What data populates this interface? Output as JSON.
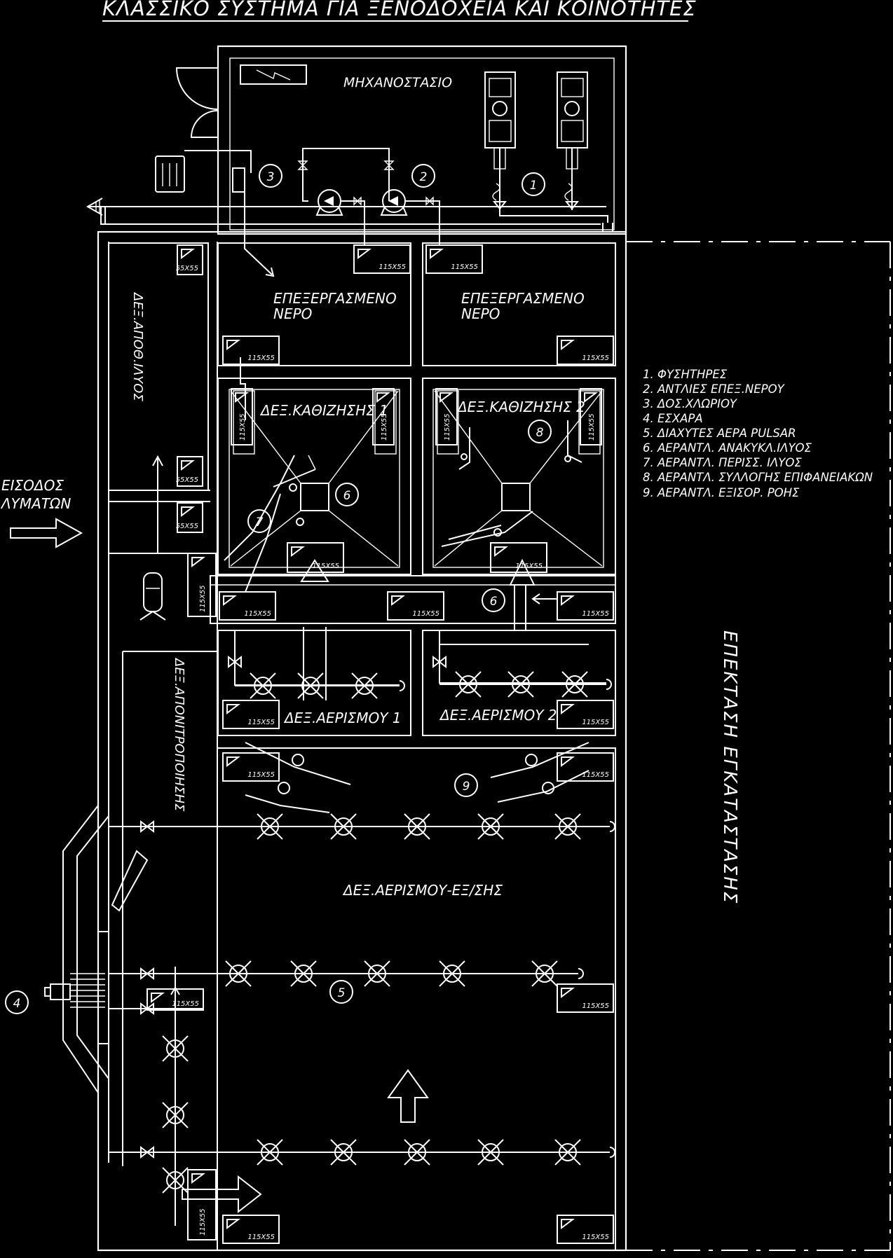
{
  "title": "ΚΛΑΣΣΙΚΟ ΣΥΣΤΗΜΑ ΓΙΑ ΞΕΝΟΔΟΧΕΙΑ ΚΑΙ ΚΟΙΝΟΤΗΤΕΣ",
  "rooms": {
    "machine_room": "ΜΗΧΑΝΟΣΤΑΣΙΟ",
    "treated_water_1_line1": "ΕΠΕΞΕΡΓΑΣΜΕΝΟ",
    "treated_water_1_line2": "ΝΕΡΟ",
    "treated_water_2_line1": "ΕΠΕΞΕΡΓΑΣΜΕΝΟ",
    "treated_water_2_line2": "ΝΕΡΟ",
    "sludge_storage": "ΔΕΞ.ΑΠΟΘ.ΙΛΥΟΣ",
    "settling_1": "ΔΕΞ.ΚΑΘΙΖΗΣΗΣ 1",
    "settling_2": "ΔΕΞ.ΚΑΘΙΖΗΣΗΣ 2",
    "aeration_1": "ΔΕΞ.ΑΕΡΙΣΜΟΥ 1",
    "aeration_2": "ΔΕΞ.ΑΕΡΙΣΜΟΥ 2",
    "denitrification": "ΔΕΞ.ΑΠΟΝΙΤΡΟΠΟΙΗΣΗΣ",
    "aeration_equalization": "ΔΕΞ.ΑΕΡΙΣΜΟΥ-ΕΞ/ΣΗΣ"
  },
  "inlet": {
    "line1": "ΕΙΣΟΔΟΣ",
    "line2": "ΛΥΜΑΤΩΝ"
  },
  "expansion_label": "ΕΠΕΚΤΑΣΗ ΕΓΚΑΤΑΣΤΑΣΗΣ",
  "legend": [
    "1. ΦΥΣΗΤΗΡΕΣ",
    "2. ΑΝΤΛΙΕΣ ΕΠΕΞ.ΝΕΡΟΥ",
    "3. ΔΟΣ.ΧΛΩΡΙΟΥ",
    "4. ΕΣΧΑΡΑ",
    "5. ΔΙΑΧΥΤΕΣ ΑΕΡΑ PULSAR",
    "6. ΑΕΡΑΝΤΛ. ΑΝΑΚΥΚΛ.ΙΛΥΟΣ",
    "7. ΑΕΡΑΝΤΛ. ΠΕΡΙΣΣ. ΙΛΥΟΣ",
    "8. ΑΕΡΑΝΤΛ. ΣΥΛΛΟΓΗΣ ΕΠΙΦΑΝΕΙΑΚΩΝ",
    "9. ΑΕΡΑΝΤΛ. ΕΞΙΣΟΡ. ΡΟΗΣ"
  ],
  "callouts": [
    "1",
    "2",
    "3",
    "4",
    "5",
    "6",
    "6",
    "7",
    "8",
    "9"
  ],
  "manholes": [
    "55X55",
    "55X55",
    "55X55",
    "115X55",
    "115X55",
    "115X55",
    "115X55",
    "115X55",
    "115X55",
    "115X55",
    "115X55",
    "115X55",
    "115X55",
    "115X55",
    "115X55",
    "115X55",
    "115X55",
    "115X55",
    "115X55",
    "115X55",
    "115X55",
    "115X55",
    "115X55",
    "115X55",
    "115X55",
    "115X55",
    "115X55"
  ]
}
